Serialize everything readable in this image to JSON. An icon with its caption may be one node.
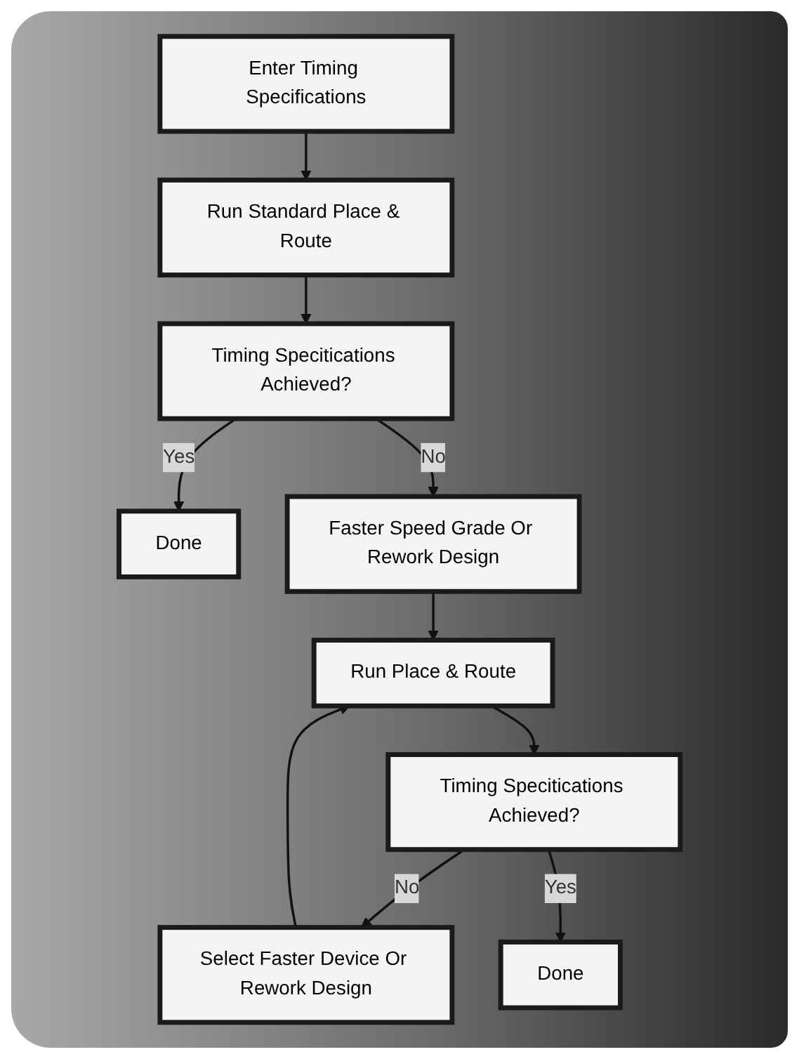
{
  "diagram": {
    "nodes": [
      {
        "text": [
          "Enter Timing Specifications"
        ]
      },
      {
        "text": [
          "Run Standard Place & Route"
        ]
      },
      {
        "text": [
          "Timing Specitications Achieved?"
        ]
      },
      {
        "text": [
          "Done"
        ]
      },
      {
        "text": [
          "Faster Speed Grade Or Rework Design"
        ]
      },
      {
        "text": [
          "Run Place & Route"
        ]
      },
      {
        "text": [
          "Timing Specitications Achieved?"
        ]
      },
      {
        "text": [
          "Select Faster Device Or Rework Design"
        ]
      },
      {
        "text": [
          "Done"
        ]
      }
    ],
    "edges": [
      {
        "from": 0,
        "to": 1,
        "arrow": "to"
      },
      {
        "from": 1,
        "to": 2,
        "arrow": "to"
      },
      {
        "from": 2,
        "to": 3,
        "arrow": "to",
        "label": "Yes"
      },
      {
        "from": 2,
        "to": 4,
        "arrow": "to",
        "label": "No"
      },
      {
        "from": 4,
        "to": 5,
        "arrow": "to"
      },
      {
        "from": 5,
        "to": 6,
        "arrow": "to"
      },
      {
        "from": 6,
        "to": 7,
        "arrow": "to",
        "label": "No"
      },
      {
        "from": 7,
        "to": 5,
        "arrow": "to"
      },
      {
        "from": 6,
        "to": 8,
        "arrow": "to",
        "label": "Yes"
      }
    ]
  }
}
